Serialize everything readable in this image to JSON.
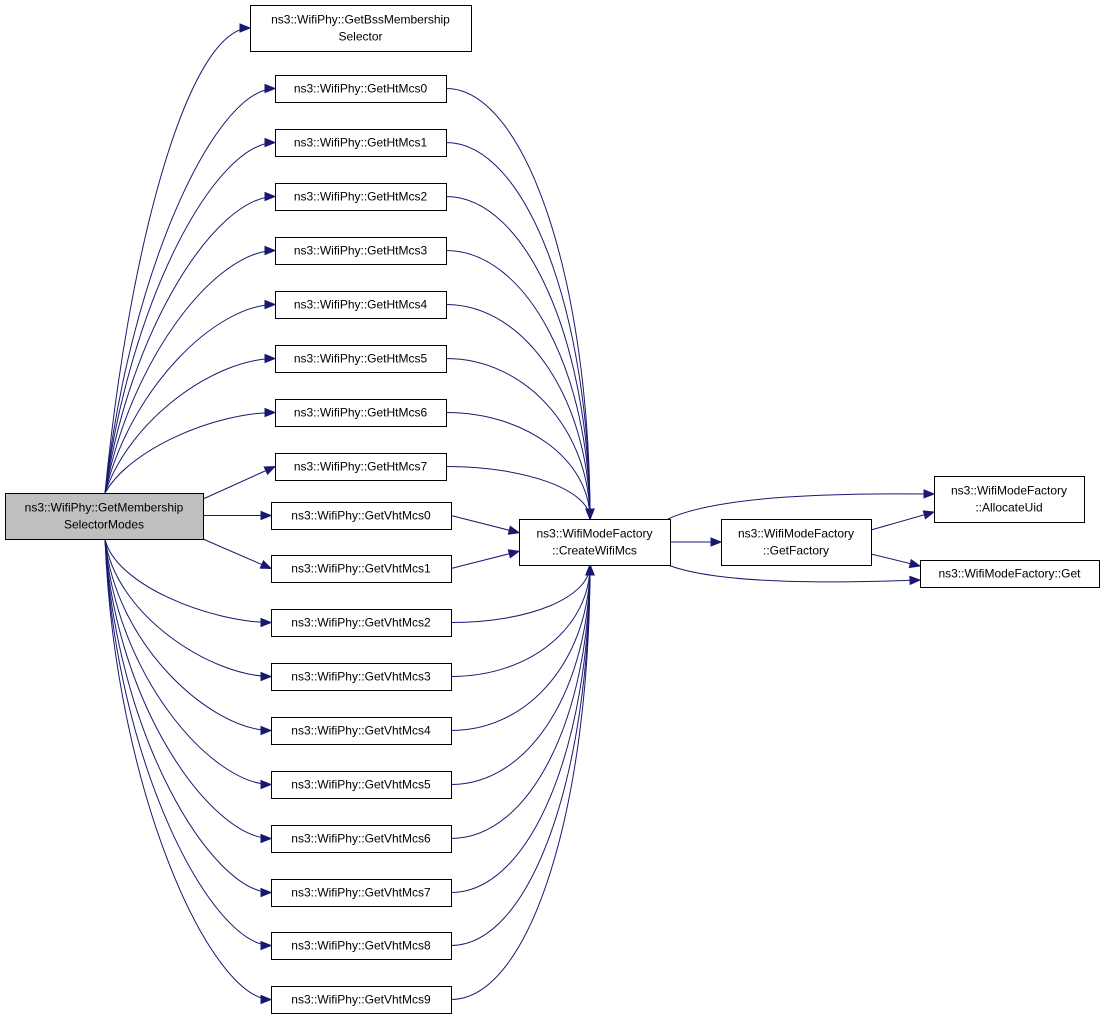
{
  "nodes": [
    {
      "id": "root",
      "lines": [
        "ns3::WifiPhy::GetMembership",
        "SelectorModes"
      ],
      "root": true
    },
    {
      "id": "bss",
      "lines": [
        "ns3::WifiPhy::GetBssMembership",
        "Selector"
      ]
    },
    {
      "id": "ht0",
      "lines": [
        "ns3::WifiPhy::GetHtMcs0"
      ]
    },
    {
      "id": "ht1",
      "lines": [
        "ns3::WifiPhy::GetHtMcs1"
      ]
    },
    {
      "id": "ht2",
      "lines": [
        "ns3::WifiPhy::GetHtMcs2"
      ]
    },
    {
      "id": "ht3",
      "lines": [
        "ns3::WifiPhy::GetHtMcs3"
      ]
    },
    {
      "id": "ht4",
      "lines": [
        "ns3::WifiPhy::GetHtMcs4"
      ]
    },
    {
      "id": "ht5",
      "lines": [
        "ns3::WifiPhy::GetHtMcs5"
      ]
    },
    {
      "id": "ht6",
      "lines": [
        "ns3::WifiPhy::GetHtMcs6"
      ]
    },
    {
      "id": "ht7",
      "lines": [
        "ns3::WifiPhy::GetHtMcs7"
      ]
    },
    {
      "id": "vht0",
      "lines": [
        "ns3::WifiPhy::GetVhtMcs0"
      ]
    },
    {
      "id": "vht1",
      "lines": [
        "ns3::WifiPhy::GetVhtMcs1"
      ]
    },
    {
      "id": "vht2",
      "lines": [
        "ns3::WifiPhy::GetVhtMcs2"
      ]
    },
    {
      "id": "vht3",
      "lines": [
        "ns3::WifiPhy::GetVhtMcs3"
      ]
    },
    {
      "id": "vht4",
      "lines": [
        "ns3::WifiPhy::GetVhtMcs4"
      ]
    },
    {
      "id": "vht5",
      "lines": [
        "ns3::WifiPhy::GetVhtMcs5"
      ]
    },
    {
      "id": "vht6",
      "lines": [
        "ns3::WifiPhy::GetVhtMcs6"
      ]
    },
    {
      "id": "vht7",
      "lines": [
        "ns3::WifiPhy::GetVhtMcs7"
      ]
    },
    {
      "id": "vht8",
      "lines": [
        "ns3::WifiPhy::GetVhtMcs8"
      ]
    },
    {
      "id": "vht9",
      "lines": [
        "ns3::WifiPhy::GetVhtMcs9"
      ]
    },
    {
      "id": "create",
      "lines": [
        "ns3::WifiModeFactory",
        "::CreateWifiMcs"
      ]
    },
    {
      "id": "factory",
      "lines": [
        "ns3::WifiModeFactory",
        "::GetFactory"
      ]
    },
    {
      "id": "alloc",
      "lines": [
        "ns3::WifiModeFactory",
        "::AllocateUid"
      ]
    },
    {
      "id": "get",
      "lines": [
        "ns3::WifiModeFactory::Get"
      ]
    }
  ],
  "edges": [
    [
      "root",
      "bss"
    ],
    [
      "root",
      "ht0"
    ],
    [
      "root",
      "ht1"
    ],
    [
      "root",
      "ht2"
    ],
    [
      "root",
      "ht3"
    ],
    [
      "root",
      "ht4"
    ],
    [
      "root",
      "ht5"
    ],
    [
      "root",
      "ht6"
    ],
    [
      "root",
      "ht7"
    ],
    [
      "root",
      "vht0"
    ],
    [
      "root",
      "vht1"
    ],
    [
      "root",
      "vht2"
    ],
    [
      "root",
      "vht3"
    ],
    [
      "root",
      "vht4"
    ],
    [
      "root",
      "vht5"
    ],
    [
      "root",
      "vht6"
    ],
    [
      "root",
      "vht7"
    ],
    [
      "root",
      "vht8"
    ],
    [
      "root",
      "vht9"
    ],
    [
      "ht0",
      "create"
    ],
    [
      "ht1",
      "create"
    ],
    [
      "ht2",
      "create"
    ],
    [
      "ht3",
      "create"
    ],
    [
      "ht4",
      "create"
    ],
    [
      "ht5",
      "create"
    ],
    [
      "ht6",
      "create"
    ],
    [
      "ht7",
      "create"
    ],
    [
      "vht0",
      "create"
    ],
    [
      "vht1",
      "create"
    ],
    [
      "vht2",
      "create"
    ],
    [
      "vht3",
      "create"
    ],
    [
      "vht4",
      "create"
    ],
    [
      "vht5",
      "create"
    ],
    [
      "vht6",
      "create"
    ],
    [
      "vht7",
      "create"
    ],
    [
      "vht8",
      "create"
    ],
    [
      "vht9",
      "create"
    ],
    [
      "create",
      "factory"
    ],
    [
      "create",
      "alloc"
    ],
    [
      "create",
      "get"
    ],
    [
      "factory",
      "alloc"
    ],
    [
      "factory",
      "get"
    ]
  ],
  "colors": {
    "edge": "#191970",
    "root_fill": "#bfbfbf",
    "node_fill": "#ffffff",
    "border": "#000000"
  }
}
